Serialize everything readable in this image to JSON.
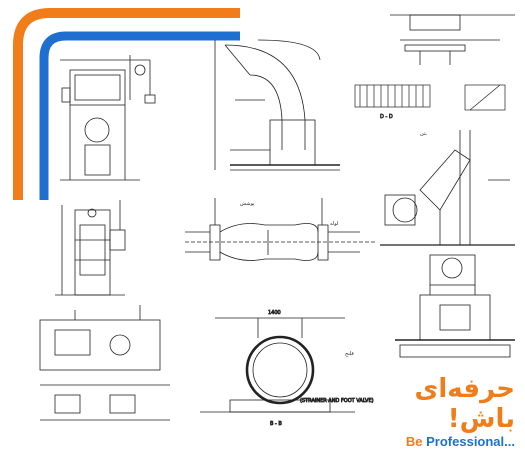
{
  "brand": {
    "logo_text": "حرفه‌ای باش!",
    "tagline_be": "Be ",
    "tagline_pro": "Professional...",
    "color_orange": "#f07d1a",
    "color_blue": "#1f6fd1"
  },
  "labels": {
    "dim_1400": "1400",
    "section_b": "B - B",
    "section_d": "D - D",
    "strainer": "(STRAINER AND FOOT VALVE)",
    "note_a": "پوشش",
    "note_b": "لوله",
    "note_c": "فلنج",
    "note_d": "بتن"
  }
}
